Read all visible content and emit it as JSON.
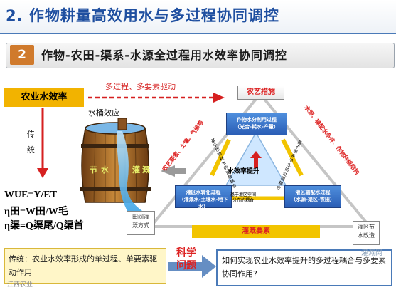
{
  "header": {
    "title": "2. 作物耕量高效用水与多过程协同调控"
  },
  "section": {
    "number": "2",
    "title": "作物-农田-渠系-水源全过程用水效率协同调控"
  },
  "left": {
    "ag_efficiency": "农业水效率",
    "driver": "多过程、多要素驱动",
    "barrel_effect": "水桶效应",
    "traditional": "传统",
    "barrel_words": [
      "节",
      "水",
      "灌",
      "溉"
    ],
    "formulas": [
      "WUE=Y/ET",
      "η田=W田/W毛",
      "η渠=Q渠尾/Q渠首"
    ]
  },
  "triangle": {
    "agri_measure": "农艺措施",
    "top_box": [
      "作物水分利用过程",
      "（光合-耗水-产量）"
    ],
    "bottom_left_box": [
      "灌区水转化过程",
      "（灌溉水-土壤水-地下水）"
    ],
    "bottom_right_box": [
      "灌区输配水过程",
      "（水源-渠区-农田）"
    ],
    "left_inner": "基于作物耗水的过程耦合",
    "right_inner": "基于渠系节水的过程耦合",
    "center": "水效率提升",
    "bottom_inner": [
      "基于灌区空间",
      "分布的耦合"
    ],
    "left_outer": "农艺要素、土壤、气候等",
    "right_outer": "水源、输配水条件、作物种植结构",
    "field_label": [
      "田间灌",
      "溉方式"
    ],
    "district_label": [
      "灌区节",
      "水改造"
    ],
    "irrig_factor": "灌溉要素"
  },
  "bottom": {
    "trad_label": "传统",
    "trad_text": "传统：农业水效率形成的单过程、单要素驱动作用",
    "science_label": "科学问题",
    "question": "如何实现农业水效率提升的多过程耦合与多要素协同作用?"
  },
  "watermarks": {
    "left": "江西农业",
    "right": "灌溉网"
  },
  "colors": {
    "title_blue": "#1f4fa0",
    "accent_red": "#d62020",
    "yellow": "#f2b300",
    "box_blue": "#2a5db5"
  }
}
